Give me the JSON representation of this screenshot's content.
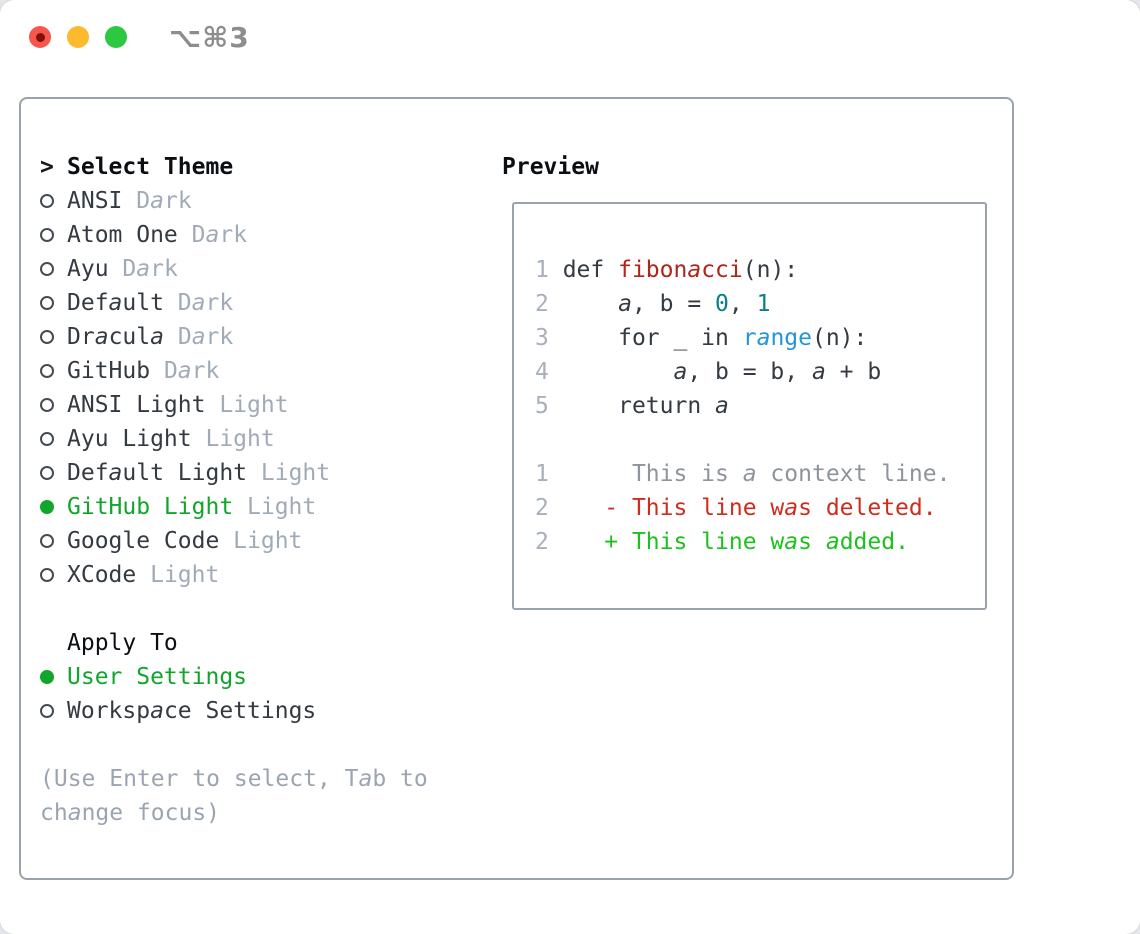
{
  "window": {
    "title": "⌥⌘3"
  },
  "titlebar_icons": [
    "close-button",
    "minimize-button",
    "maximize-button"
  ],
  "theme_panel": {
    "header_marker": ">",
    "header_label": "Select Theme",
    "items": [
      {
        "name": "ANSI",
        "variant": "Dark",
        "selected": false
      },
      {
        "name": "Atom One",
        "variant": "Dark",
        "selected": false
      },
      {
        "name": "Ayu",
        "variant": "Dark",
        "selected": false
      },
      {
        "name": "Default",
        "variant": "Dark",
        "selected": false
      },
      {
        "name": "Dracula",
        "variant": "Dark",
        "selected": false
      },
      {
        "name": "GitHub",
        "variant": "Dark",
        "selected": false
      },
      {
        "name": "ANSI Light",
        "variant": "Light",
        "selected": false
      },
      {
        "name": "Ayu Light",
        "variant": "Light",
        "selected": false
      },
      {
        "name": "Default Light",
        "variant": "Light",
        "selected": false
      },
      {
        "name": "GitHub Light",
        "variant": "Light",
        "selected": true
      },
      {
        "name": "Google Code",
        "variant": "Light",
        "selected": false
      },
      {
        "name": "XCode",
        "variant": "Light",
        "selected": false
      }
    ]
  },
  "apply_panel": {
    "header": "Apply To",
    "options": [
      {
        "label": "User Settings",
        "selected": true
      },
      {
        "label": "Workspace Settings",
        "selected": false
      }
    ]
  },
  "help": {
    "line1": "(Use Enter to select, Tab to",
    "line2": "change focus)"
  },
  "preview": {
    "header": "Preview",
    "lines": [
      {
        "num": "1",
        "segments": [
          {
            "text": "def ",
            "style": "code"
          },
          {
            "text": "fibonacci",
            "style": "fn"
          },
          {
            "text": "(n):",
            "style": "code"
          }
        ]
      },
      {
        "num": "2",
        "segments": [
          {
            "text": "    a, b = ",
            "style": "code"
          },
          {
            "text": "0",
            "style": "num"
          },
          {
            "text": ", ",
            "style": "code"
          },
          {
            "text": "1",
            "style": "num"
          }
        ]
      },
      {
        "num": "3",
        "segments": [
          {
            "text": "    for _ in ",
            "style": "code"
          },
          {
            "text": "range",
            "style": "call"
          },
          {
            "text": "(n):",
            "style": "code"
          }
        ]
      },
      {
        "num": "4",
        "segments": [
          {
            "text": "        a, b = b, a + b",
            "style": "code"
          }
        ]
      },
      {
        "num": "5",
        "segments": [
          {
            "text": "    return a",
            "style": "code"
          }
        ]
      },
      {
        "num": "",
        "segments": []
      },
      {
        "num": "1",
        "segments": [
          {
            "text": "     This is a context line.",
            "style": "ctx"
          }
        ]
      },
      {
        "num": "2",
        "segments": [
          {
            "text": "   - This line was deleted.",
            "style": "del"
          }
        ]
      },
      {
        "num": "2",
        "segments": [
          {
            "text": "   + This line was added.",
            "style": "add"
          }
        ]
      }
    ]
  },
  "colors": {
    "selection_green": "#12a52c",
    "added_green": "#1ec01e",
    "deleted_red": "#ce2c1d",
    "function_red": "#b02419",
    "number_teal": "#0a7f8c",
    "call_blue": "#2496d6",
    "panel_border": "#9aa2ae"
  }
}
